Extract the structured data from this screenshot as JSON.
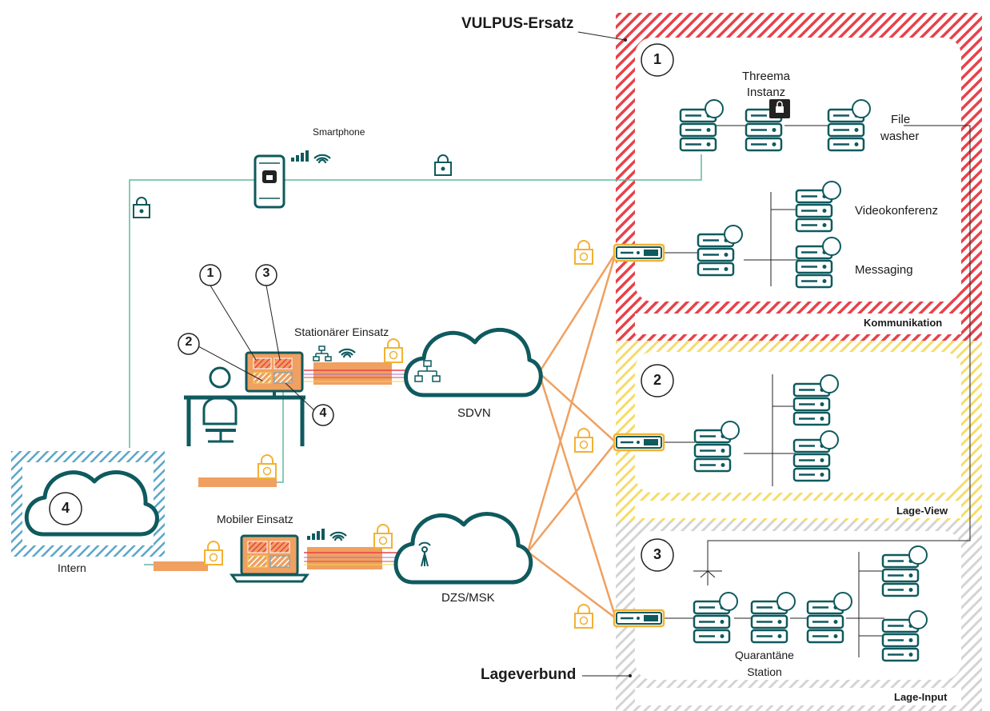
{
  "titles": {
    "vulpus": "VULPUS-Ersatz",
    "lageverbund": "Lageverbund"
  },
  "zones": {
    "kommunikation": {
      "label": "Kommunikation",
      "number": "1",
      "color": "#e8414a"
    },
    "lage_view": {
      "label": "Lage-View",
      "number": "2",
      "color": "#f3d34a"
    },
    "lage_input": {
      "label": "Lage-Input",
      "number": "3",
      "color": "#c8c8c8"
    },
    "intern": {
      "label": "Intern",
      "number": "4",
      "color": "#5aa6c8"
    }
  },
  "nodes": {
    "threema_line1": "Threema",
    "threema_line2": "Instanz",
    "file_line1": "File",
    "file_line2": "washer",
    "videokonferenz": "Videokonferenz",
    "messaging": "Messaging",
    "smartphone": "Smartphone",
    "stationaer": "Stationärer Einsatz",
    "mobiler": "Mobiler Einsatz",
    "sdvn": "SDVN",
    "dzs": "DZS/MSK",
    "quarantaene_line1": "Quarantäne",
    "quarantaene_line2": "Station"
  },
  "callouts": [
    "1",
    "2",
    "3",
    "4"
  ],
  "colors": {
    "teal": "#0f5a5e",
    "orange": "#f0a060",
    "lock": "#f2b233",
    "green_line": "#5fb8a0",
    "zone_red": "#e8414a",
    "zone_yellow": "#f3d34a",
    "zone_grey": "#c8c8c8",
    "zone_blue": "#5aa6c8"
  }
}
